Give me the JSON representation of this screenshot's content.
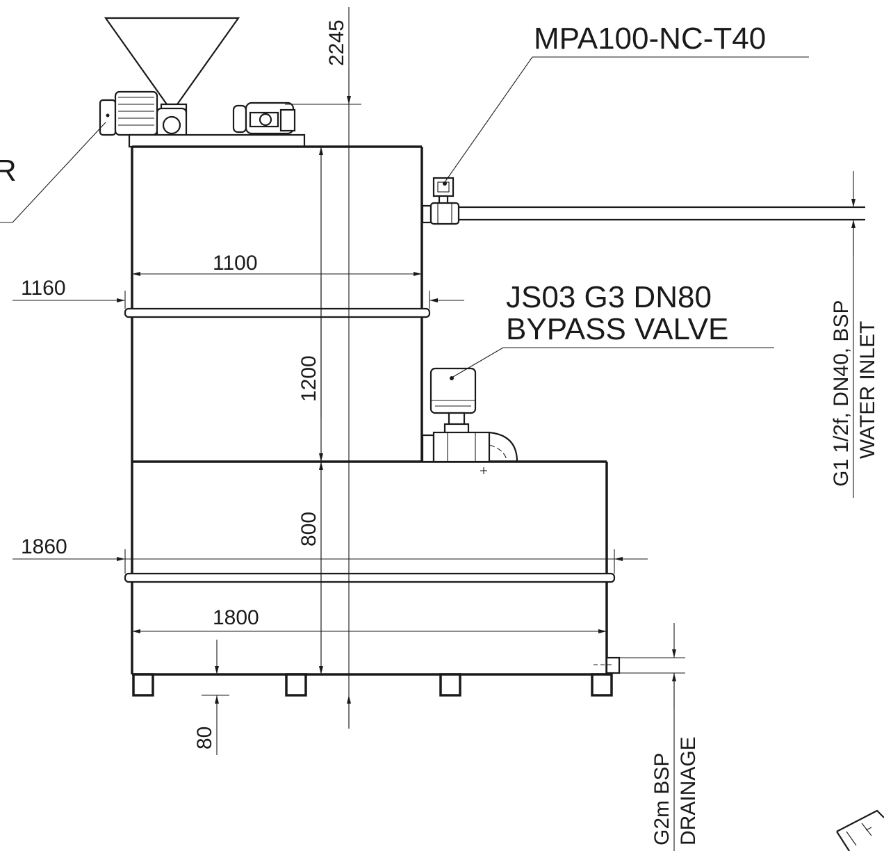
{
  "labels": {
    "partial_left": "R",
    "motor_valve": "MPA100-NC-T40",
    "bypass_line1": "JS03 G3 DN80",
    "bypass_line2": "BYPASS VALVE",
    "water_inlet_line1": "G1 1/2f, DN40, BSP",
    "water_inlet_line2": "WATER INLET",
    "drainage_line1": "G2m BSP",
    "drainage_line2": "DRAINAGE"
  },
  "dimensions": {
    "overall_height": "2245",
    "upper_tank_width": "1100",
    "upper_flange_width": "1160",
    "upper_tank_height": "1200",
    "lower_tank_height": "800",
    "lower_flange_width": "1860",
    "lower_tank_width": "1800",
    "feet_height": "80"
  }
}
